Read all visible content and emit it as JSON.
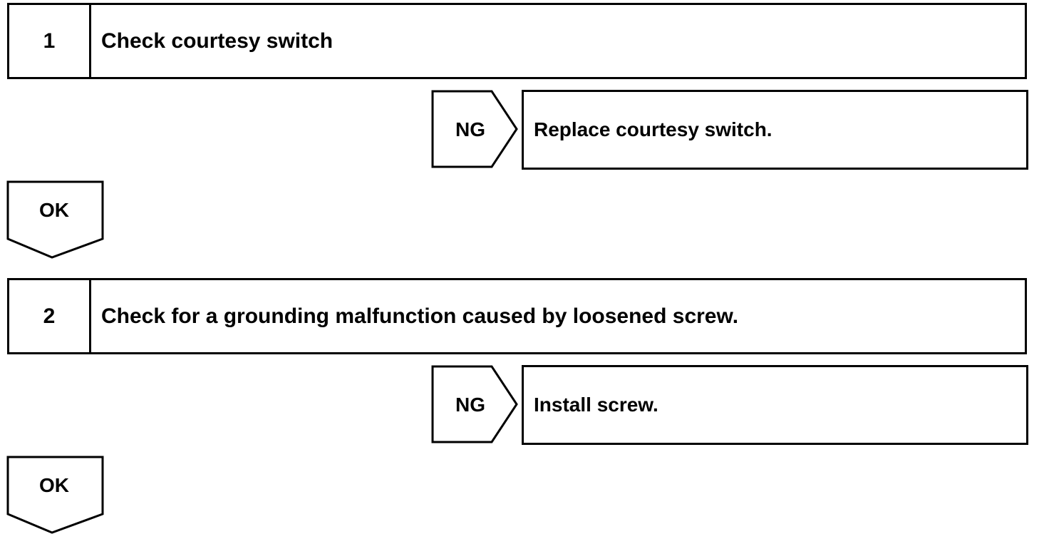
{
  "steps": [
    {
      "number": "1",
      "title": "Check courtesy switch",
      "ng_label": "NG",
      "ng_action": "Replace courtesy switch.",
      "ok_label": "OK"
    },
    {
      "number": "2",
      "title": "Check for a grounding malfunction caused by loosened screw.",
      "ng_label": "NG",
      "ng_action": "Install screw.",
      "ok_label": "OK"
    }
  ]
}
